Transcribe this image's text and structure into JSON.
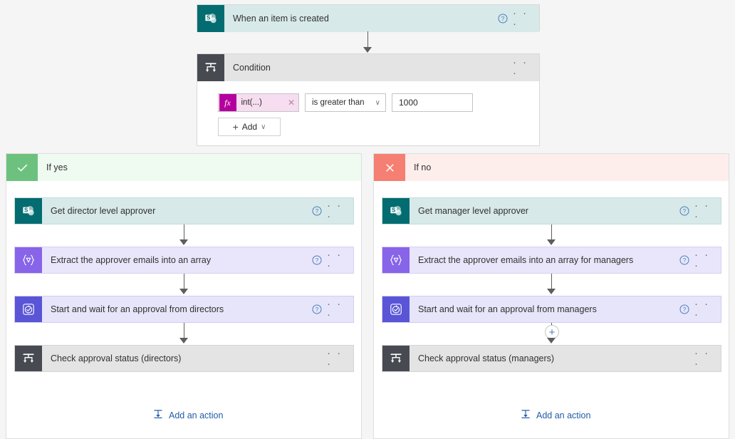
{
  "trigger": {
    "title": "When an item is created",
    "icon": "sharepoint-icon",
    "help": "?",
    "menu": "· · ·"
  },
  "condition": {
    "title": "Condition",
    "icon": "condition-icon",
    "menu": "· · ·",
    "expression": {
      "fx_label": "fx",
      "token_text": "int(...)",
      "token_remove": "✕",
      "operator": "is greater than",
      "operator_caret": "∨",
      "value": "1000"
    },
    "add_button": {
      "plus": "+",
      "label": "Add",
      "caret": "∨"
    }
  },
  "branches": [
    {
      "key": "yes",
      "header_label": "If yes",
      "header_icon": "check-icon",
      "header_icon_color": "#6dc17f",
      "add_action_label": "Add an action",
      "actions": [
        {
          "title": "Get director level approver",
          "type": "sharepoint",
          "icon": "sharepoint-icon",
          "help": "?",
          "menu": "· · ·"
        },
        {
          "title": "Extract the approver emails into an array",
          "type": "dataop",
          "icon": "data-operation-icon",
          "help": "?",
          "menu": "· · ·"
        },
        {
          "title": "Start and wait for an approval from directors",
          "type": "approval",
          "icon": "approvals-icon",
          "help": "?",
          "menu": "· · ·"
        },
        {
          "title": "Check approval status (directors)",
          "type": "condition",
          "icon": "condition-icon",
          "help": "",
          "menu": "· · ·"
        }
      ]
    },
    {
      "key": "no",
      "header_label": "If no",
      "header_icon": "close-icon",
      "header_icon_color": "#f57f72",
      "add_action_label": "Add an action",
      "insert_button": "+",
      "actions": [
        {
          "title": "Get manager level approver",
          "type": "sharepoint",
          "icon": "sharepoint-icon",
          "help": "?",
          "menu": "· · ·"
        },
        {
          "title": "Extract the approver emails into an array for managers",
          "type": "dataop",
          "icon": "data-operation-icon",
          "help": "?",
          "menu": "· · ·"
        },
        {
          "title": "Start and wait for an approval from managers",
          "type": "approval",
          "icon": "approvals-icon",
          "help": "?",
          "menu": "· · ·"
        },
        {
          "title": "Check approval status (managers)",
          "type": "condition",
          "icon": "condition-icon",
          "help": "",
          "menu": "· · ·"
        }
      ]
    }
  ],
  "colors": {
    "sharepoint": "#036c70",
    "data_operation": "#8764e8",
    "approvals": "#5a55d6",
    "condition": "#484a52",
    "yes_green": "#6dc17f",
    "no_red": "#f57f72",
    "link_blue": "#1f5ca8",
    "canvas_bg": "#f5f5f5"
  }
}
